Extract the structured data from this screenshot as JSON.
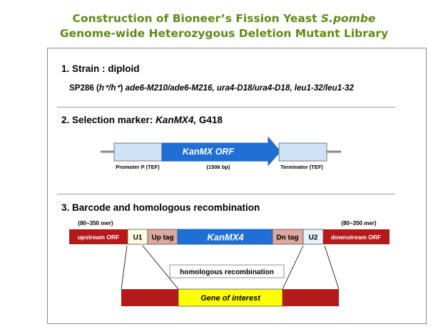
{
  "title": {
    "line1_prefix": "Construction of Bioneer’s Fission Yeast ",
    "line1_species": "S.pombe",
    "line2": "Genome-wide Heterozygous Deletion Mutant Library"
  },
  "section1": {
    "heading": "1. Strain : diploid",
    "strain_name": "SP286 (",
    "mating": "h⁺/h⁺",
    "mating_close": ") ",
    "genotype": "ade6-M210/ade6-M216,  ura4-D18/ura4-D18,  leu1-32/leu1-32"
  },
  "section2": {
    "heading_prefix": "2. Selection marker: ",
    "marker": "KanMX4,",
    "drug": " G418",
    "orf_label": "KanMX ORF",
    "promoter_label": "Promoter P (TEF)",
    "orf_size": "(1506 bp)",
    "terminator_label": "Terminator (TEF)"
  },
  "section3": {
    "heading": "3. Barcode and homologous recombination",
    "left_length": "(80~350 mer)",
    "right_length": "(80~350 mer)",
    "segments": {
      "upstream": "upstream ORF",
      "u1": "U1",
      "uptag": "Up tag",
      "kanmx4": "KanMX4",
      "dntag": "Dn tag",
      "u2": "U2",
      "downstream": "downstream ORF"
    },
    "recombination_label": "homologous recombination",
    "gene_label": "Gene of interest"
  },
  "colors": {
    "title_green": "#5f8a16",
    "dark_red": "#b41a1a",
    "kanmx_blue": "#1f6fd6",
    "light_blue_box": "#cfe3f7",
    "tag_pink": "#dca8a0",
    "u_box": "#fffde0",
    "u2_box": "#e8f2fb",
    "gene_yellow": "#ffff00"
  }
}
